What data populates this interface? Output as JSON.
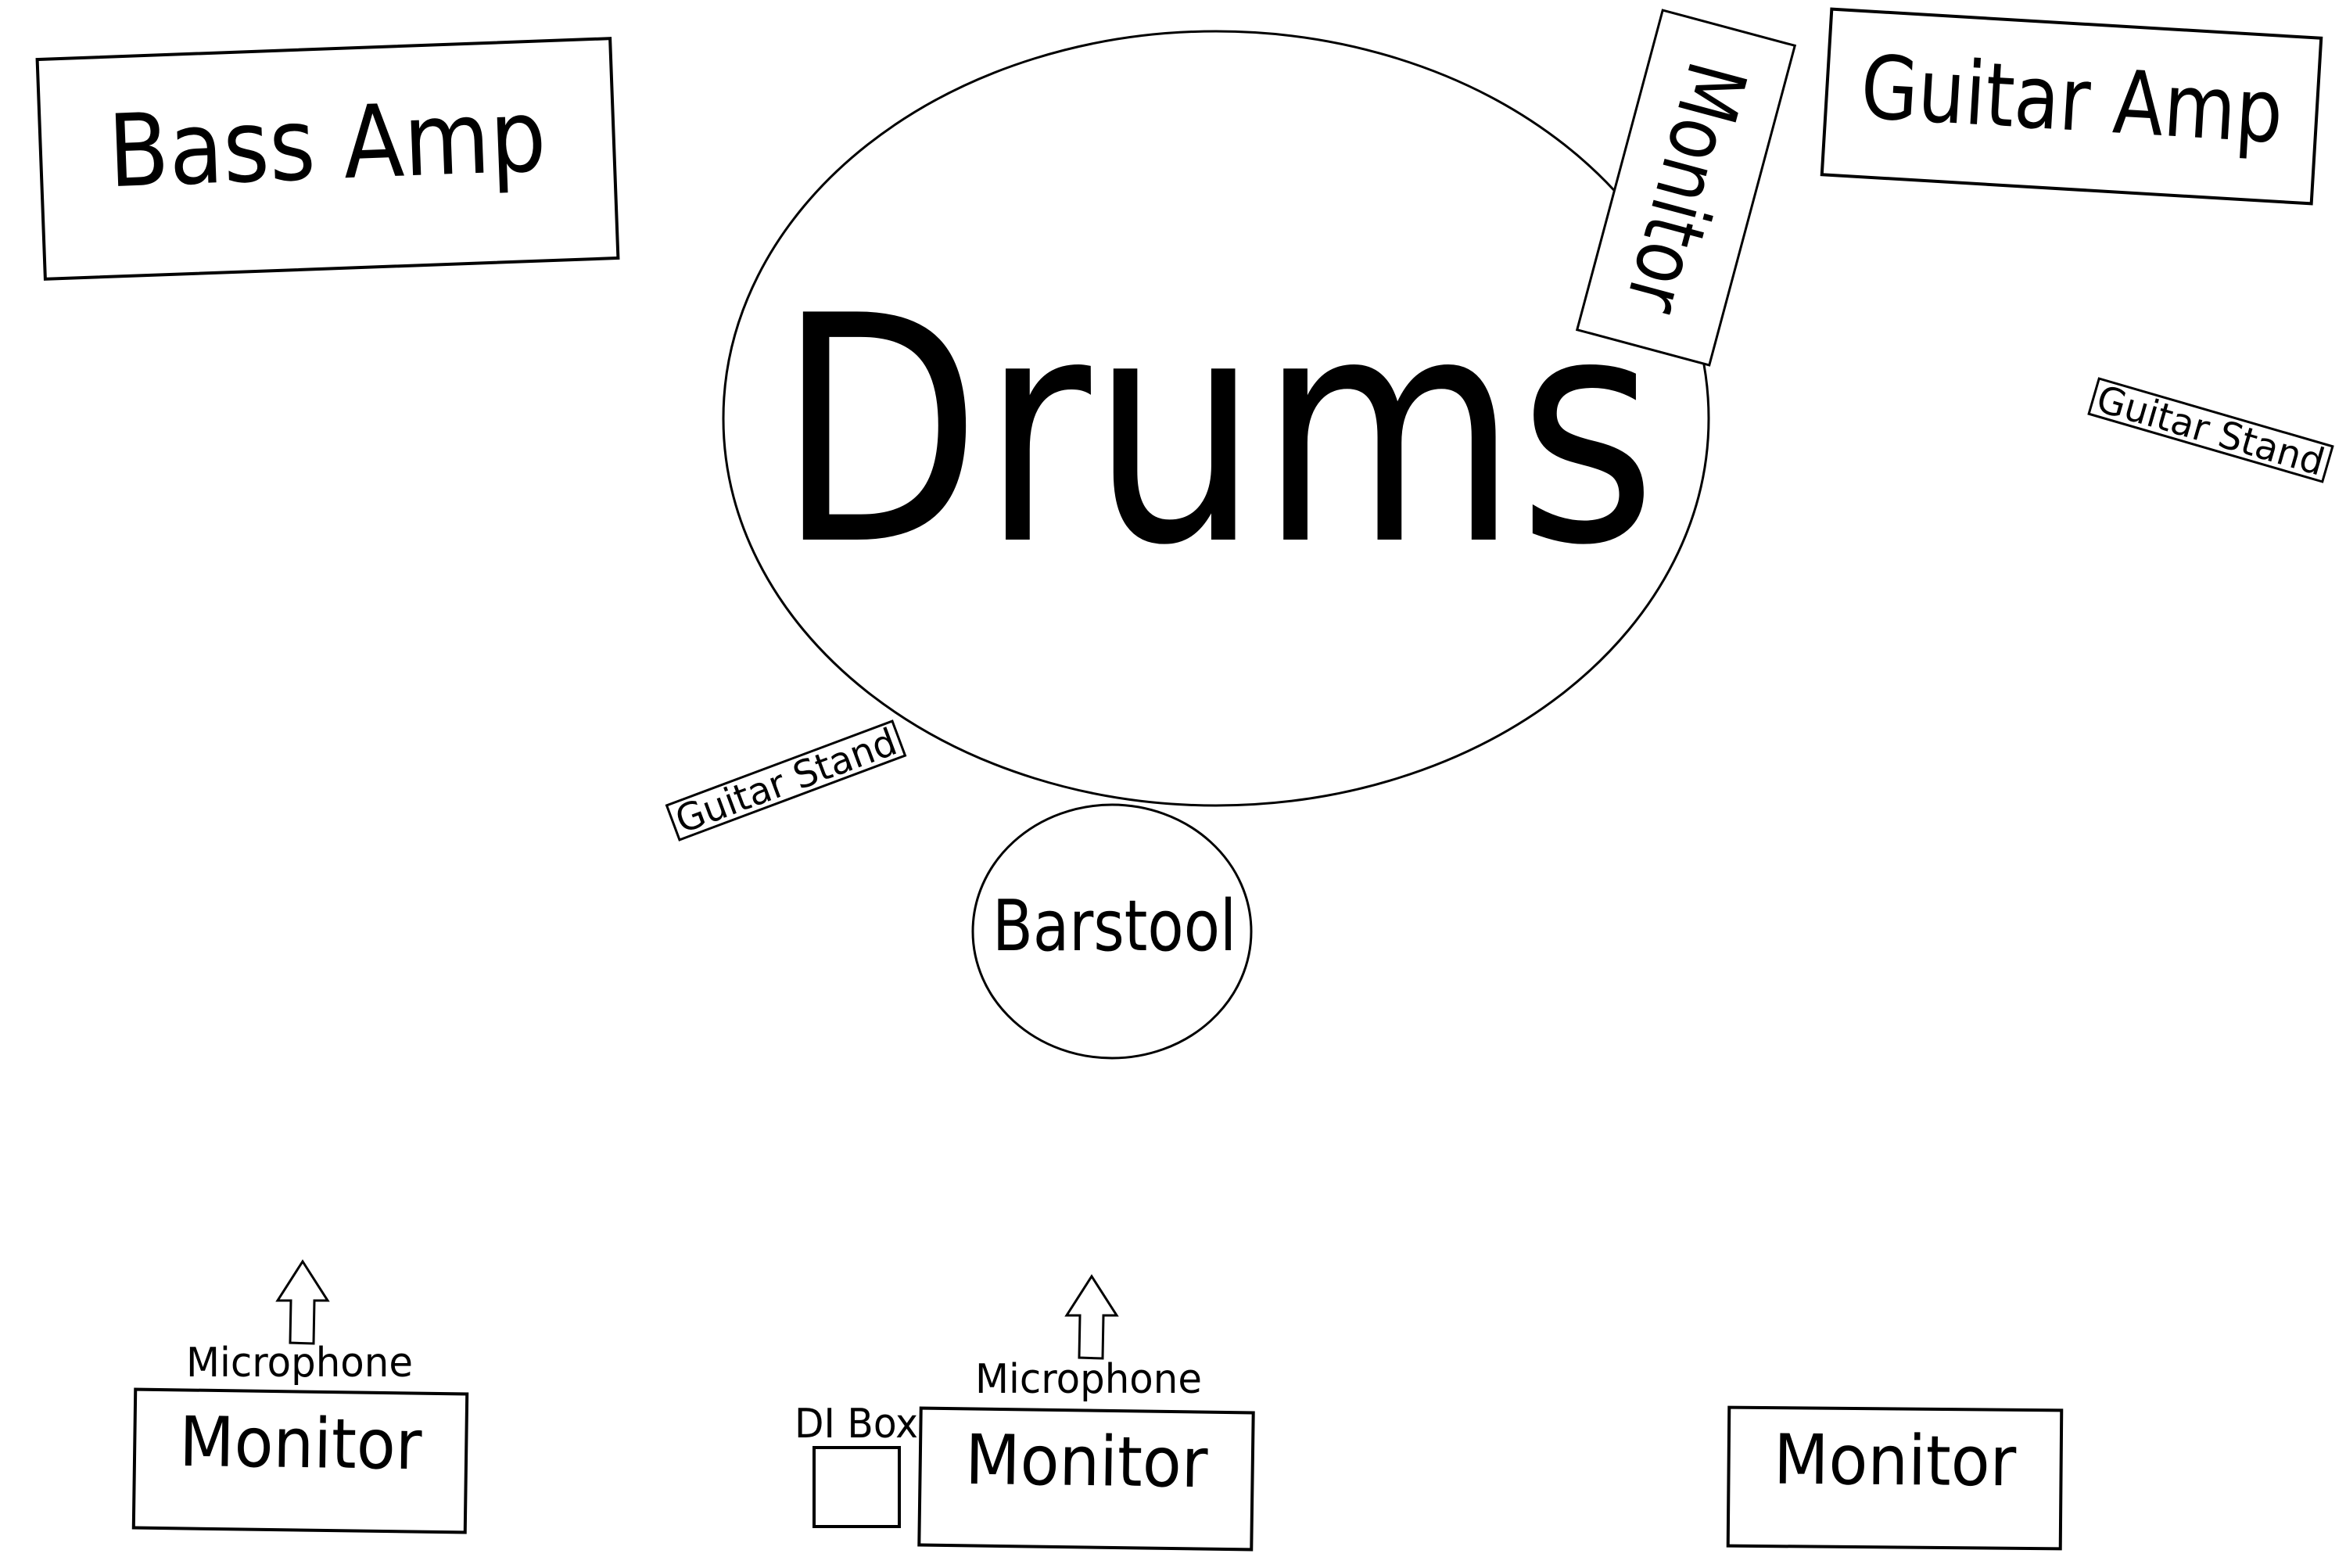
{
  "diagram": {
    "type": "stage-plot",
    "colors": {
      "background": "#ffffff",
      "stroke": "#000000",
      "text": "#000000"
    },
    "items": {
      "bass_amp": {
        "label": "Bass Amp",
        "shape": "rectangle"
      },
      "drums": {
        "label": "Drums",
        "shape": "ellipse"
      },
      "drum_monitor": {
        "label": "Monitor",
        "shape": "rectangle"
      },
      "guitar_amp": {
        "label": "Guitar Amp",
        "shape": "rectangle"
      },
      "guitar_stand_right": {
        "label": "Guitar Stand",
        "shape": "rectangle"
      },
      "guitar_stand_left": {
        "label": "Guitar Stand",
        "shape": "rectangle"
      },
      "barstool": {
        "label": "Barstool",
        "shape": "ellipse"
      },
      "microphone_left": {
        "label": "Microphone",
        "icon": "up-arrow"
      },
      "microphone_center": {
        "label": "Microphone",
        "icon": "up-arrow"
      },
      "di_box": {
        "label": "DI Box",
        "shape": "square"
      },
      "monitor_left": {
        "label": "Monitor",
        "shape": "rectangle"
      },
      "monitor_center": {
        "label": "Monitor",
        "shape": "rectangle"
      },
      "monitor_right": {
        "label": "Monitor",
        "shape": "rectangle"
      }
    }
  }
}
